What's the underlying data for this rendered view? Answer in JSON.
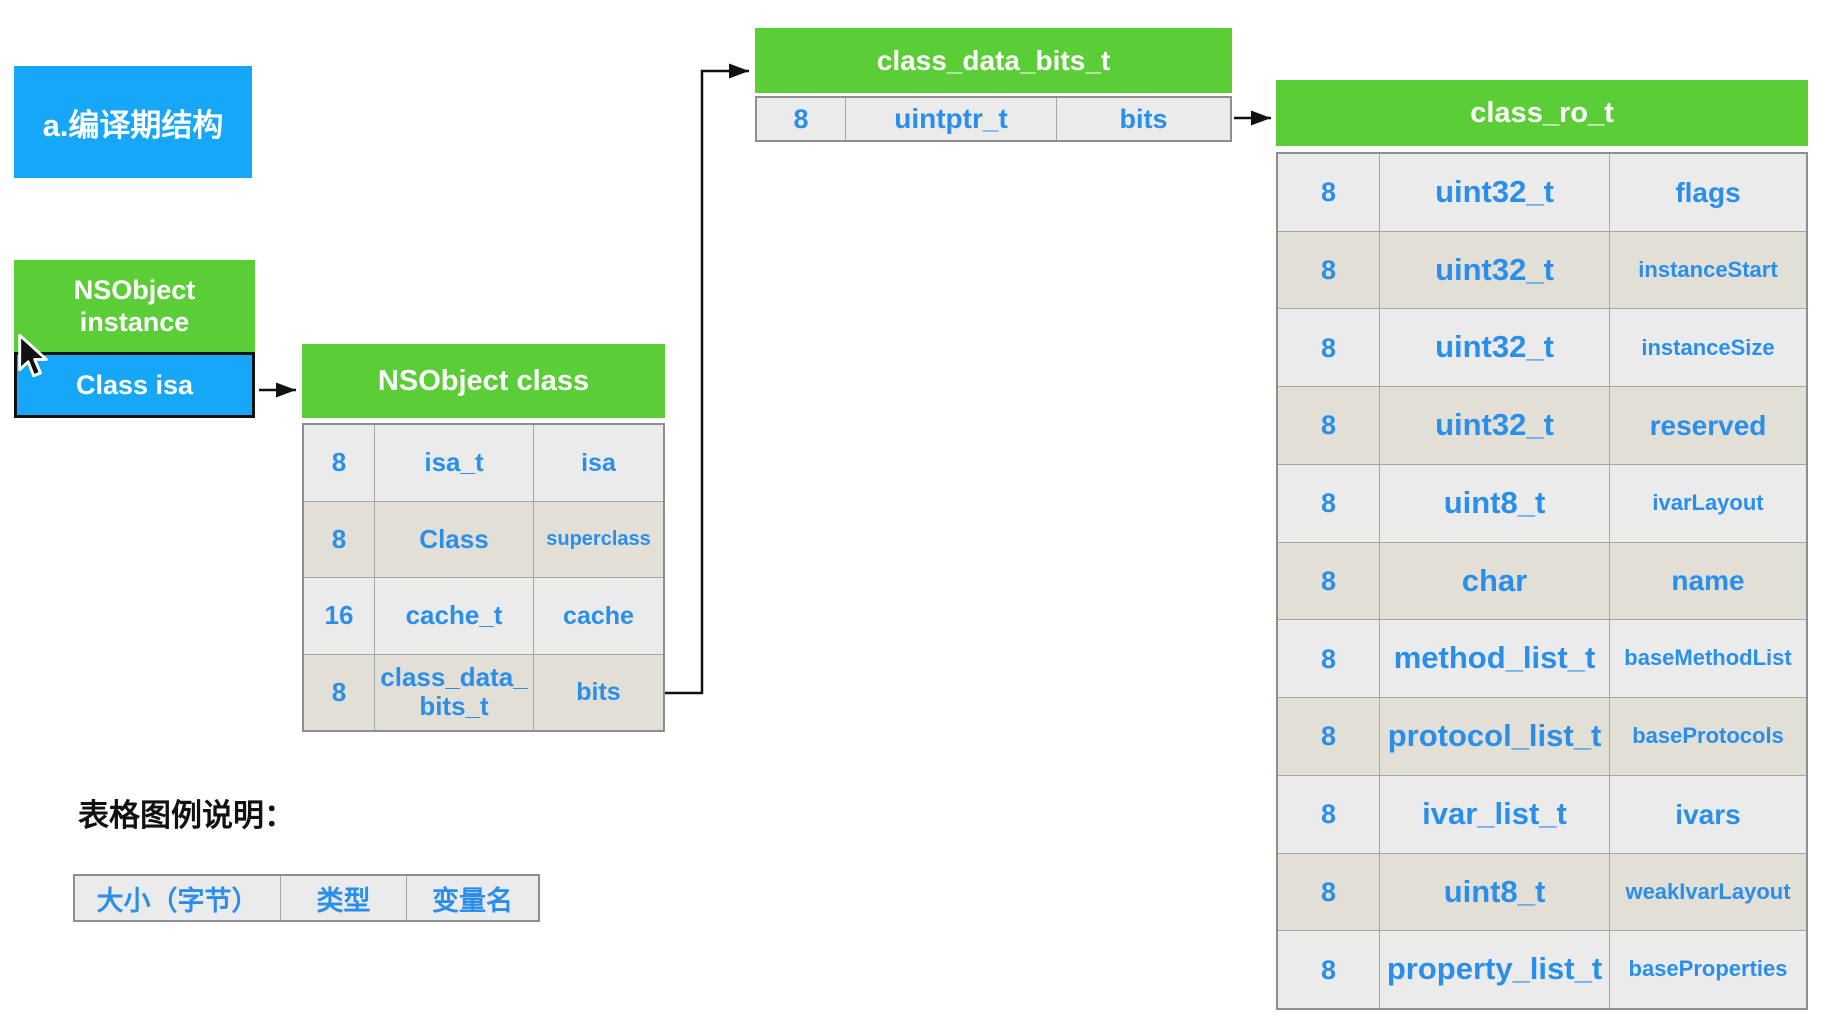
{
  "colors": {
    "header_green": "#5bcd36",
    "box_blue": "#17a7f8",
    "text_blue": "#2a8fea",
    "row_light": "#ebebeb",
    "row_beige": "#e2dfd7",
    "arrow_black": "#111111"
  },
  "title_box": {
    "label": "a.编译期结构"
  },
  "instance_box": {
    "label": "NSObject instance"
  },
  "isa_box": {
    "label": "Class isa"
  },
  "nsobject_class_table": {
    "title": "NSObject class",
    "rows": [
      {
        "size": "8",
        "type": "isa_t",
        "name": "isa"
      },
      {
        "size": "8",
        "type": "Class",
        "name": "superclass"
      },
      {
        "size": "16",
        "type": "cache_t",
        "name": "cache"
      },
      {
        "size": "8",
        "type": "class_data_​bits_t",
        "name": "bits"
      }
    ]
  },
  "class_data_bits_table": {
    "title": "class_data_bits_t",
    "rows": [
      {
        "size": "8",
        "type": "uintptr_t",
        "name": "bits"
      }
    ]
  },
  "class_ro_table": {
    "title": "class_ro_t",
    "rows": [
      {
        "size": "8",
        "type": "uint32_t",
        "name": "flags"
      },
      {
        "size": "8",
        "type": "uint32_t",
        "name": "instanceStart"
      },
      {
        "size": "8",
        "type": "uint32_t",
        "name": "instanceSize"
      },
      {
        "size": "8",
        "type": "uint32_t",
        "name": "reserved"
      },
      {
        "size": "8",
        "type": "uint8_t",
        "name": "ivarLayout"
      },
      {
        "size": "8",
        "type": "char",
        "name": "name"
      },
      {
        "size": "8",
        "type": "method_list_t",
        "name": "baseMethodList"
      },
      {
        "size": "8",
        "type": "protocol_list_t",
        "name": "baseProtocols"
      },
      {
        "size": "8",
        "type": "ivar_list_t",
        "name": "ivars"
      },
      {
        "size": "8",
        "type": "uint8_t",
        "name": "weakIvarLayout"
      },
      {
        "size": "8",
        "type": "property_list_t",
        "name": "baseProperties"
      }
    ]
  },
  "legend": {
    "heading": "表格图例说明：",
    "columns": [
      "大小（字节）",
      "类型",
      "变量名"
    ]
  }
}
